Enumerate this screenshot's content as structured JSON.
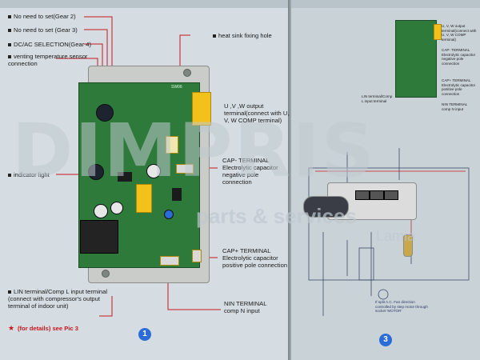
{
  "left_page": {
    "labels": {
      "gear2": "No need to set(Gear 2)",
      "gear3": "No need to set (Gear 3)",
      "gear4": "DC/AC SELECTION(Gear 4)",
      "venting": "venting temperature sensor connection",
      "heat_sink": "heat sink fixing hole",
      "uvw": "U ,V ,W output terminal(connect with U, V, W COMP terminal)",
      "cap_minus": "CAP- TERMINAL\nElectrolytic capacitor negative pole connection",
      "indicator": "indicator light",
      "cap_plus": "CAP+ TERMINAL\nElectrolytic capacitor positive pole connection",
      "nin": "NIN TERMINAL\ncomp N input",
      "lin": "LIN terminal/Comp L input terminal\n(connect with compressor's output terminal of indoor unit)",
      "details": "(for details) see Pic 3"
    },
    "board_marking": "SW06",
    "page_number": "1"
  },
  "right_page": {
    "page_number": "3",
    "small_labels": {
      "uvw_small": "U, V, W output terminal(connect with U, V, W COMP terminal)",
      "cap_minus_small": "CAP- TERMINAL\nElectrolytic capacitor negative pole connection",
      "cap_plus_small": "CAP+ TERMINAL\nElectrolytic capacitor positive pole connection",
      "nin_small": "NIN TERMINAL\ncomp N input",
      "lin_small": "LIN terminal/Comp L input terminal",
      "fan_note": "If split A.C. Fan direction controlled by step motor through socket 'MOTOR'"
    }
  },
  "watermark": {
    "main": "DIMPRIS",
    "sub": "parts & services",
    "city": "Lamia"
  },
  "colors": {
    "page_bg": "#d6dde2",
    "accent_red": "#c8161d",
    "badge_blue": "#2b6cd6",
    "pcb_green": "#2d7a3a",
    "connector_yellow": "#f2c21b"
  }
}
